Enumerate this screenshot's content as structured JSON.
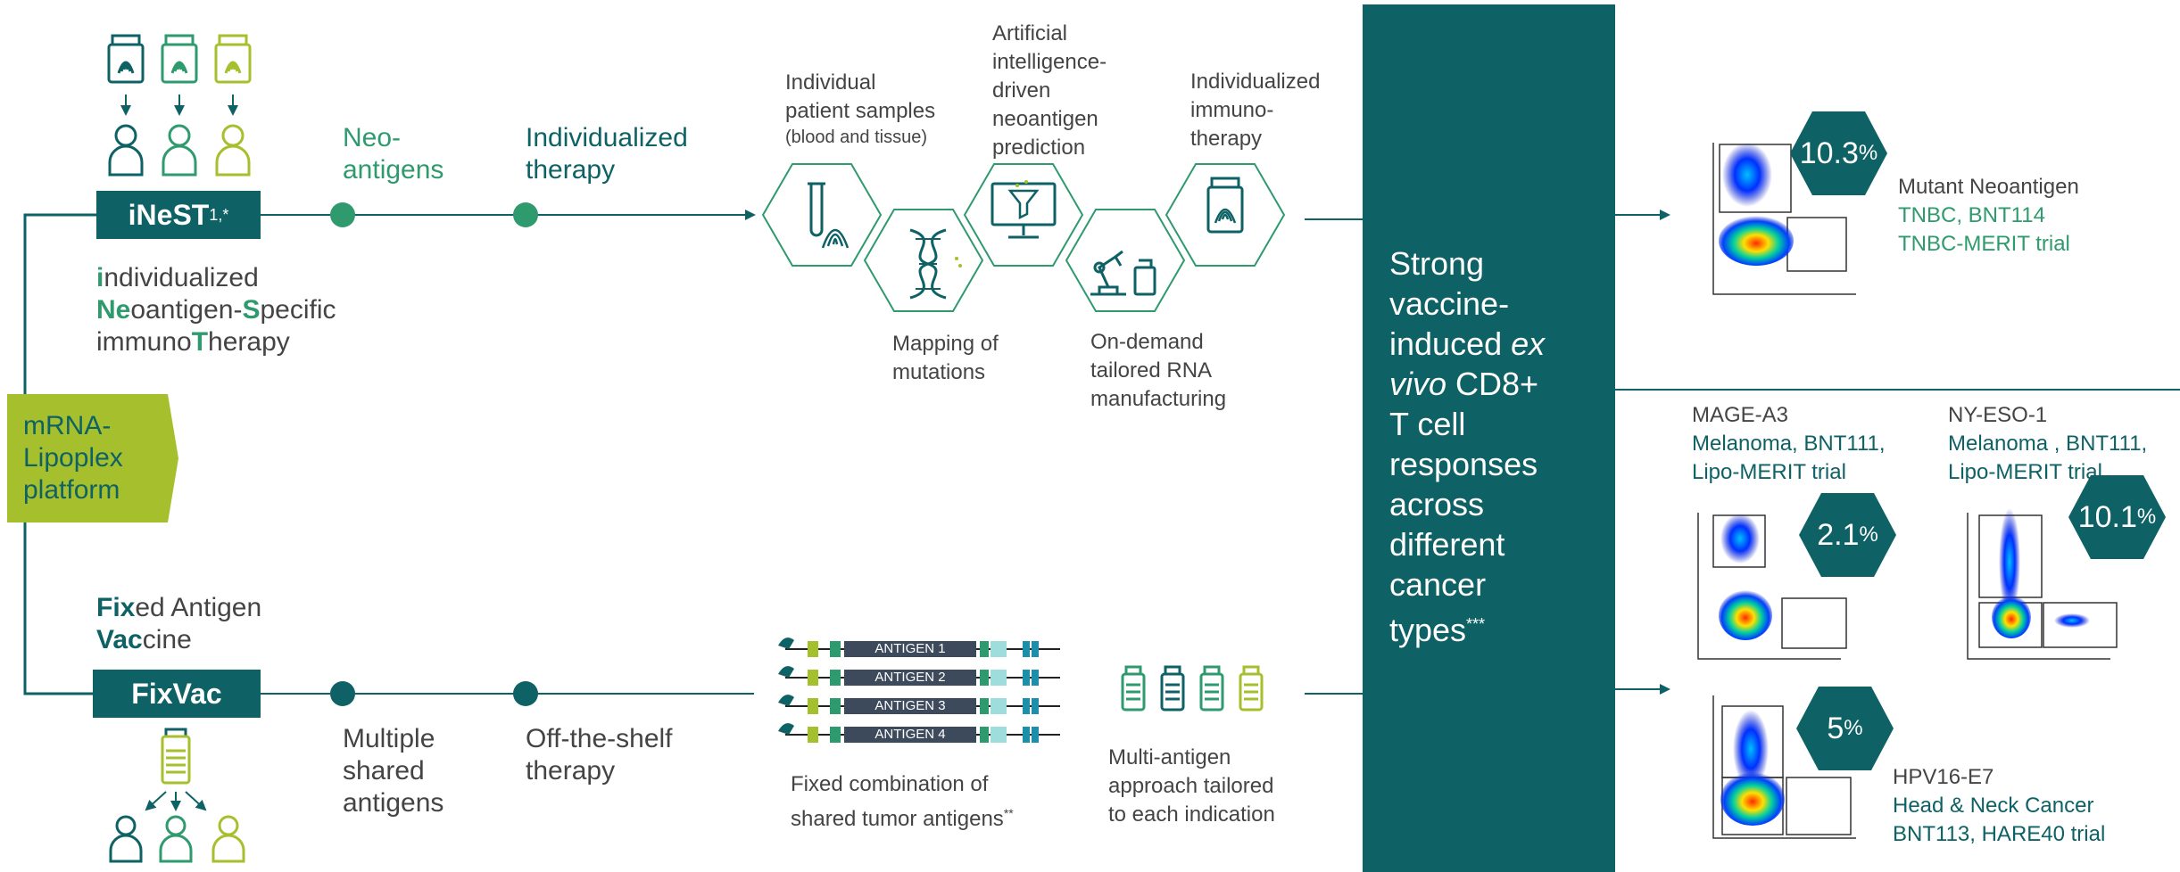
{
  "colors": {
    "teal": "#0e6165",
    "green": "#2f9a6e",
    "lime": "#a6bf2d",
    "gray": "#444444"
  },
  "platform": {
    "label_line1": "mRNA-",
    "label_line2": "Lipoplex",
    "label_line3": "platform"
  },
  "inest": {
    "box_label": "iNeST",
    "box_sup": "1,*",
    "desc_line1_a": "i",
    "desc_line1_b": "ndividualized",
    "desc_line2_a": "Ne",
    "desc_line2_b": "oantigen-",
    "desc_line2_c": "S",
    "desc_line2_d": "pecific",
    "desc_line3_a": "immuno",
    "desc_line3_b": "T",
    "desc_line3_c": "herapy",
    "step1_line1": "Neo-",
    "step1_line2": "antigens",
    "step2_line1": "Individualized",
    "step2_line2": "therapy"
  },
  "fixvac": {
    "box_label": "FixVac",
    "title_a": "Fix",
    "title_b": "ed Antigen",
    "title_c": "Vac",
    "title_d": "cine",
    "step1_line1": "Multiple",
    "step1_line2": "shared",
    "step1_line3": "antigens",
    "step2_line1": "Off-the-shelf",
    "step2_line2": "therapy"
  },
  "workflow": {
    "samples_line1": "Individual",
    "samples_line2": "patient samples",
    "samples_line3": "(blood and tissue)",
    "mapping_line1": "Mapping of",
    "mapping_line2": "mutations",
    "ai_line1": "Artificial",
    "ai_line2": "intelligence-",
    "ai_line3": "driven",
    "ai_line4": "neoantigen",
    "ai_line5": "prediction",
    "manuf_line1": "On-demand",
    "manuf_line2": "tailored RNA",
    "manuf_line3": "manufacturing",
    "immuno_line1": "Individualized",
    "immuno_line2": "immuno-",
    "immuno_line3": "therapy"
  },
  "antigens": {
    "labels": [
      "ANTIGEN 1",
      "ANTIGEN 2",
      "ANTIGEN 3",
      "ANTIGEN 4"
    ],
    "caption_line1": "Fixed combination of",
    "caption_line2": "shared tumor antigens",
    "caption_sup": "**",
    "multi_line1": "Multi-antigen",
    "multi_line2": "approach tailored",
    "multi_line3": "to each indication"
  },
  "panel": {
    "line1": "Strong",
    "line2": "vaccine-",
    "line3a": "induced ",
    "line3b": "ex",
    "line4a": "vivo",
    "line4b": " CD8+",
    "line5": "T cell",
    "line6": "responses",
    "line7": "across",
    "line8": "different",
    "line9": "cancer",
    "line10": "types",
    "line10_sup": "***"
  },
  "results": {
    "neo": {
      "pct": "10.3",
      "pct_unit": "%",
      "line1": "Mutant Neoantigen",
      "line2": "TNBC, BNT114",
      "line3": "TNBC-MERIT trial"
    },
    "mage": {
      "title": "MAGE-A3",
      "line1": "Melanoma, BNT111,",
      "line2": "Lipo-MERIT trial",
      "pct": "2.1",
      "pct_unit": "%"
    },
    "nyeso": {
      "title": "NY-ESO-1",
      "line1": "Melanoma , BNT111,",
      "line2": "Lipo-MERIT trial",
      "pct": "10.1",
      "pct_unit": "%"
    },
    "hpv": {
      "pct": "5",
      "pct_unit": "%",
      "line1": "HPV16-E7",
      "line2": "Head & Neck Cancer",
      "line3": "BNT113, HARE40 trial"
    }
  },
  "icons": {
    "vial_icons": [
      "fingerprint-vial-icon",
      "fingerprint-vial-icon",
      "fingerprint-vial-icon"
    ],
    "person_icons": [
      "person-icon",
      "person-icon",
      "person-icon"
    ],
    "hex_icons": [
      "test-tube-fingerprint-icon",
      "dna-icon",
      "computer-filter-icon",
      "robot-arm-icon",
      "fingerprint-vial-icon"
    ]
  }
}
